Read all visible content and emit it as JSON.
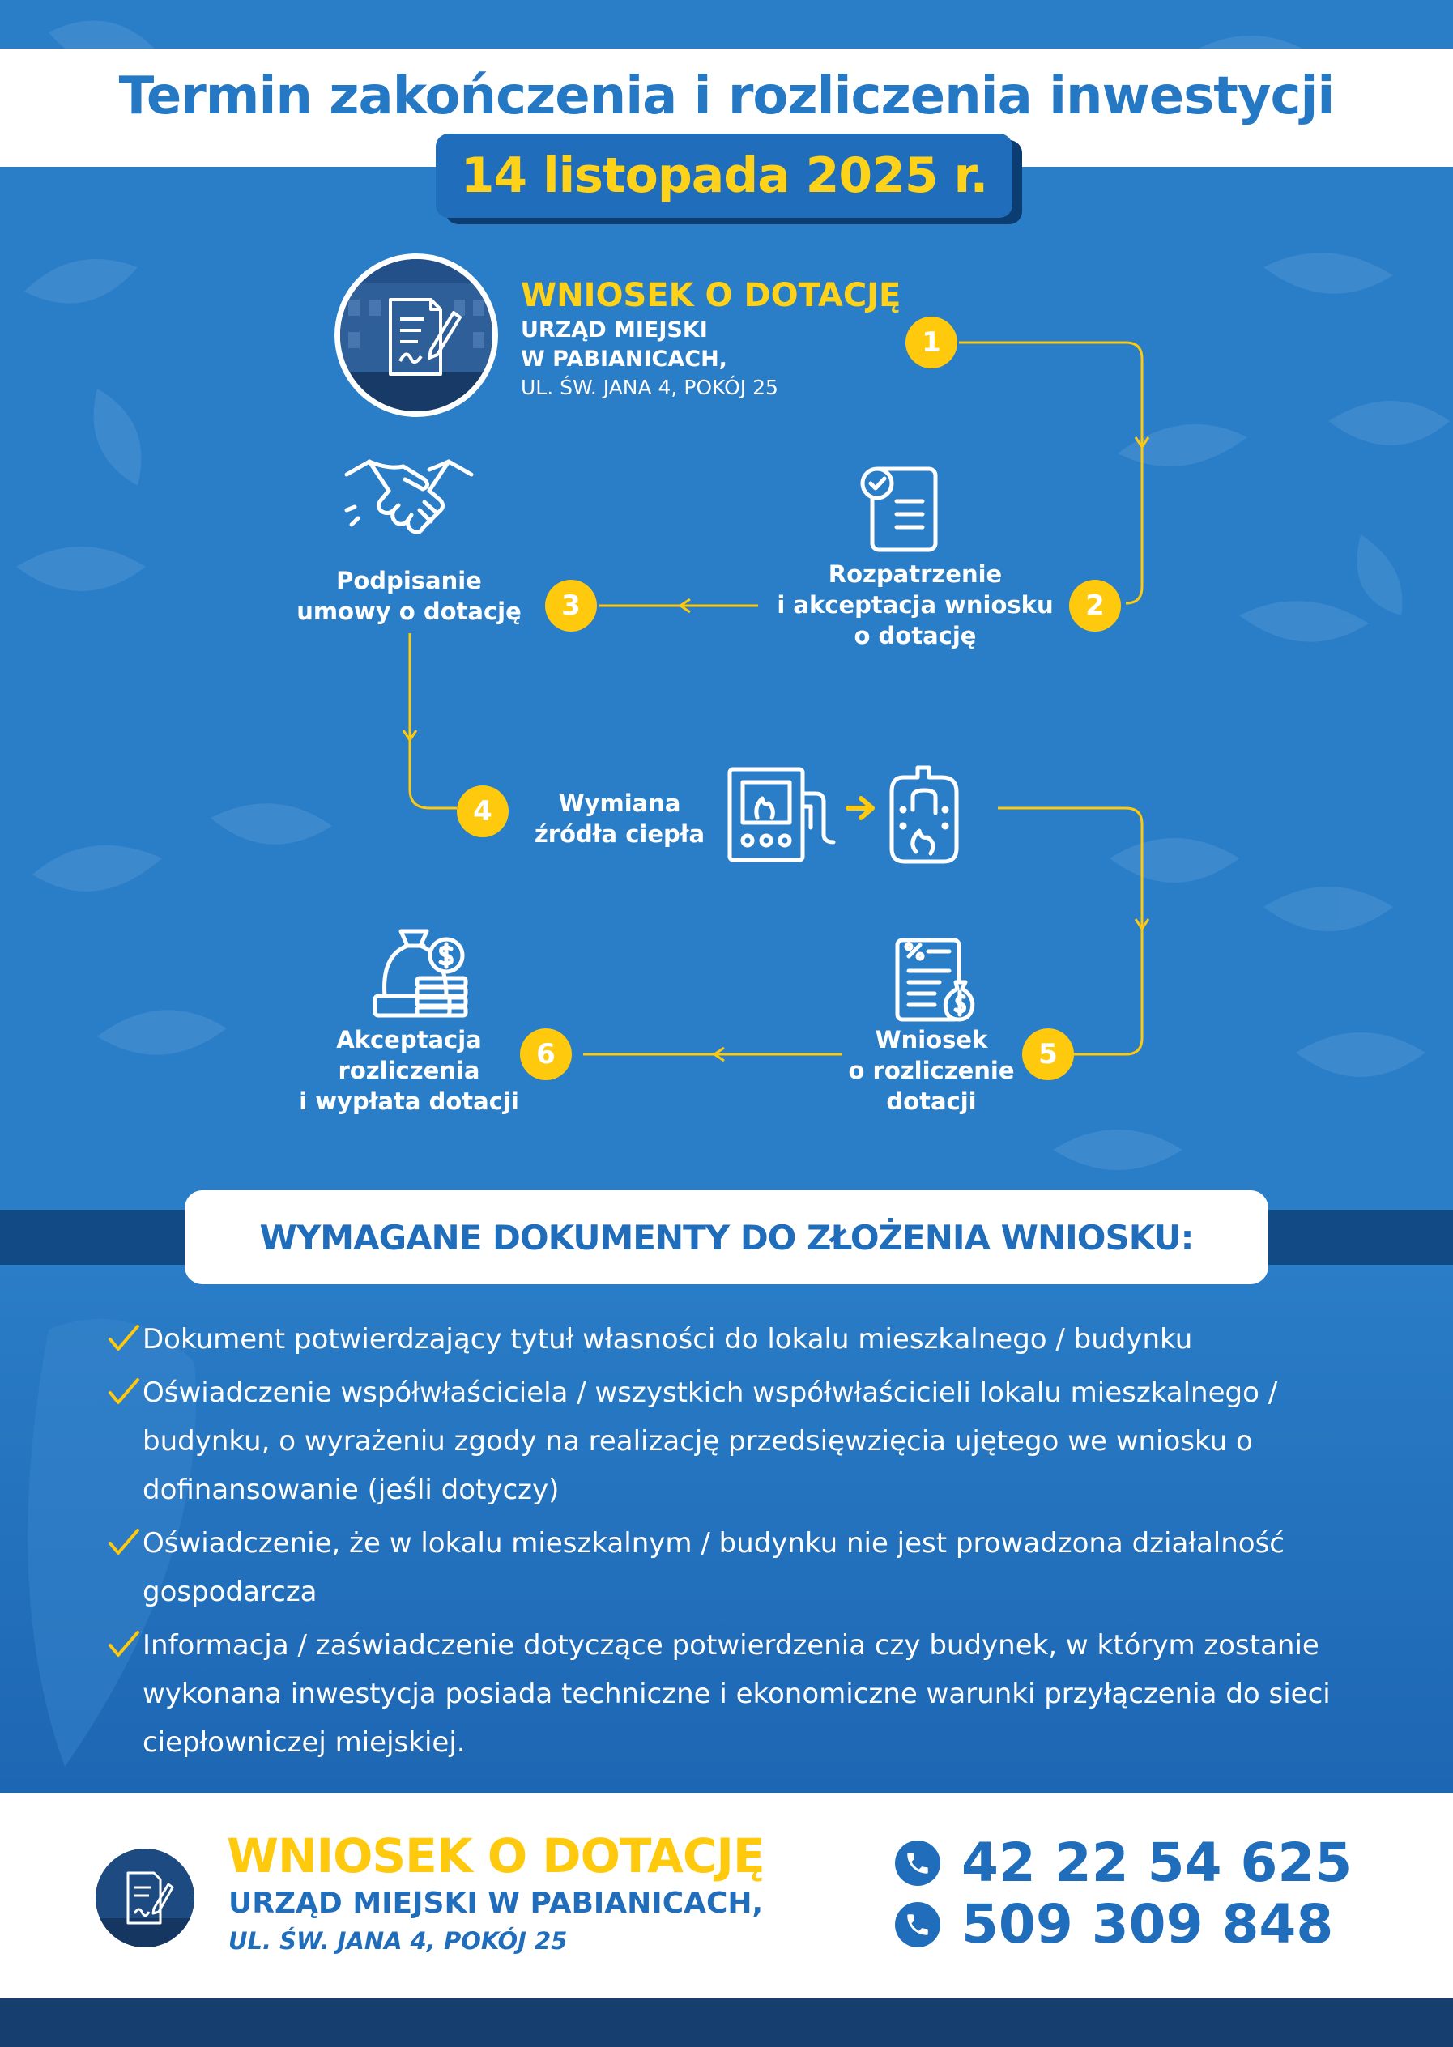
{
  "header": {
    "title": "Termin zakończenia i rozliczenia inwestycji",
    "deadline": "14 listopada 2025 r."
  },
  "steps": [
    {
      "number": "1",
      "title": "WNIOSEK O DOTACJĘ",
      "lines": [
        "URZĄD MIEJSKI",
        "W PABIANICACH,",
        "UL. ŚW. JANA 4, POKÓJ 25"
      ],
      "icon": "document-sign-icon"
    },
    {
      "number": "2",
      "lines": [
        "Rozpatrzenie",
        "i akceptacja wniosku",
        "o dotację"
      ],
      "icon": "document-check-icon"
    },
    {
      "number": "3",
      "lines": [
        "Podpisanie",
        "umowy o dotację"
      ],
      "icon": "handshake-icon"
    },
    {
      "number": "4",
      "lines": [
        "Wymiana",
        "źródła ciepła"
      ],
      "icon": "stove-to-boiler-icon"
    },
    {
      "number": "5",
      "lines": [
        "Wniosek",
        "o rozliczenie",
        "dotacji"
      ],
      "icon": "invoice-money-icon"
    },
    {
      "number": "6",
      "lines": [
        "Akceptacja",
        "rozliczenia",
        "i wypłata dotacji"
      ],
      "icon": "money-bag-coins-icon"
    }
  ],
  "documents": {
    "title": "WYMAGANE DOKUMENTY DO ZŁOŻENIA WNIOSKU:",
    "items": [
      "Dokument potwierdzający tytuł własności do lokalu mieszkalnego / budynku",
      "Oświadczenie współwłaściciela / wszystkich współwłaścicieli lokalu mieszkalnego / budynku, o wyrażeniu zgody na realizację przedsięwzięcia ujętego we wniosku o dofinansowanie (jeśli dotyczy)",
      "Oświadczenie, że w lokalu mieszkalnym / budynku nie jest prowadzona działalność gospodarcza",
      "Informacja / zaświadczenie dotyczące potwierdzenia czy budynek, w którym zostanie wykonana inwestycja posiada techniczne i ekonomiczne warunki przyłączenia do sieci ciepłowniczej miejskiej."
    ]
  },
  "footer": {
    "title": "WNIOSEK O DOTACJĘ",
    "office": "URZĄD MIEJSKI W PABIANICACH,",
    "address": "UL. ŚW. JANA 4, POKÓJ 25",
    "phones": [
      "42 22 54 625",
      "509 309 848"
    ]
  },
  "colors": {
    "background": "#2a7dc7",
    "accent_yellow": "#ffc90e",
    "brand_blue": "#1f6dbb",
    "dark_blue": "#163f70"
  }
}
